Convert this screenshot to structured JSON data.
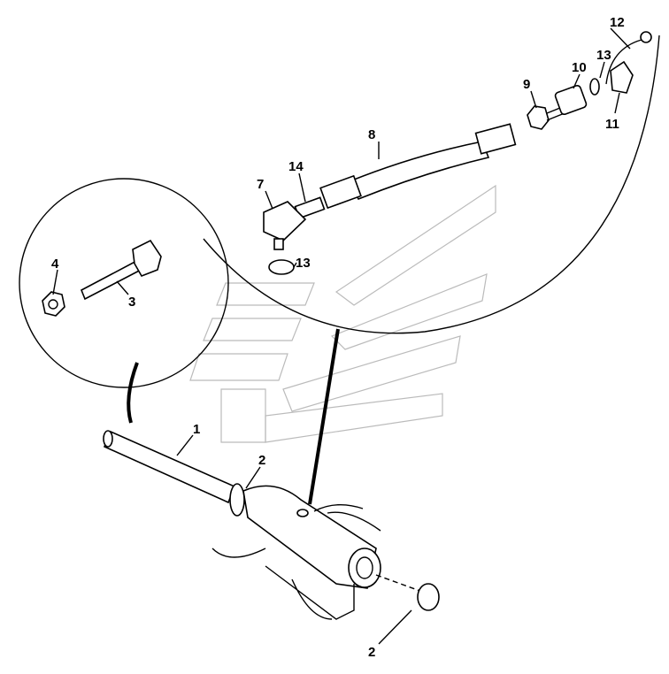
{
  "diagram": {
    "labels": {
      "p1": "1",
      "p2a": "2",
      "p2b": "2",
      "p3": "3",
      "p4": "4",
      "p7": "7",
      "p8": "8",
      "p9": "9",
      "p10": "10",
      "p11": "11",
      "p12": "12",
      "p13a": "13",
      "p13b": "13",
      "p14": "14"
    }
  }
}
